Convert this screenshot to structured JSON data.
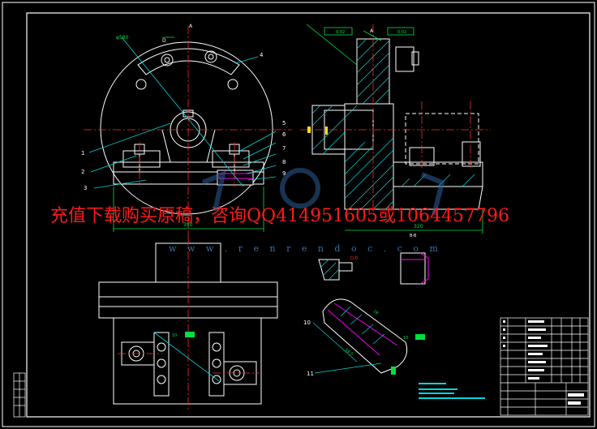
{
  "watermark": {
    "promo_text": "充值下载购买原稿，咨询QQ414951605或1064457796",
    "url_text": "w w w . r e n r e n d o c . c o m"
  },
  "drawing": {
    "part_labels": [
      "1",
      "2",
      "3",
      "4",
      "5",
      "6",
      "7",
      "8",
      "9",
      "10",
      "11"
    ],
    "dim_top_view_width": "380",
    "dim_side_view_width": "320",
    "section_label_bb": "B-B",
    "section_label_dd": "D-D",
    "section_label_d": "D",
    "tolerance_frame_1": "0.02",
    "tolerance_frame_2": "0.02",
    "datum_a": "A",
    "dim_ph580": "φ580",
    "dim_10": "10",
    "dim_595": "59.5",
    "dim_28": "28",
    "note_a": "A"
  },
  "colors": {
    "background": "#000000",
    "outline": "#ffffff",
    "center_line": "#ff2a2a",
    "dimension": "#00e040",
    "hatch": "#00d8d8",
    "accent": "#ff00ff",
    "watermark": "#ff1a1a"
  }
}
